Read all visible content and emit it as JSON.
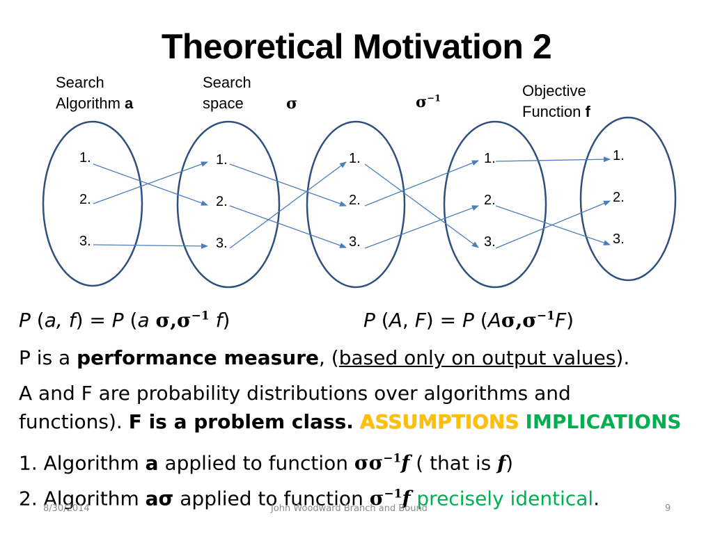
{
  "title": "Theoretical Motivation 2",
  "labels": {
    "search_algorithm_line1": "Search",
    "search_algorithm_line2": "Algorithm ",
    "search_algorithm_var": "a",
    "search_space_line1": "Search",
    "search_space_line2": "space",
    "sigma": "σ",
    "sigma_inv_base": "σ",
    "sigma_inv_exp": "−1",
    "objective_line1": "Objective",
    "objective_line2": "Function ",
    "objective_var": "f"
  },
  "sets": [
    {
      "items": [
        "1.",
        "2.",
        "3."
      ]
    },
    {
      "items": [
        "1.",
        "2.",
        "3."
      ]
    },
    {
      "items": [
        "1.",
        "2.",
        "3."
      ]
    },
    {
      "items": [
        "1.",
        "2.",
        "3."
      ]
    },
    {
      "items": [
        "1.",
        "2.",
        "3."
      ]
    }
  ],
  "mappings": [
    [
      [
        0,
        1
      ],
      [
        1,
        0
      ],
      [
        2,
        2
      ]
    ],
    [
      [
        0,
        1
      ],
      [
        1,
        2
      ],
      [
        2,
        0
      ]
    ],
    [
      [
        0,
        2
      ],
      [
        1,
        0
      ],
      [
        2,
        1
      ]
    ],
    [
      [
        0,
        0
      ],
      [
        1,
        2
      ],
      [
        2,
        1
      ]
    ]
  ],
  "colors": {
    "ellipse": "#2f4f7f",
    "arrow": "#4a7ebb",
    "orange": "#ffc000",
    "green": "#00b050",
    "footer": "#8c8c8c"
  },
  "formula_left": {
    "p1": "P",
    "a1": "(",
    "a2": "a, ",
    "a3": "f",
    "a4": ") = ",
    "p2": "P",
    "b1": " (",
    "b2": "a",
    "b3": " ",
    "sig": "σ,σ",
    "exp": "−1",
    "b4": " ",
    "b5": "f",
    "b6": ")"
  },
  "formula_right": {
    "p1": "P",
    "a1": " (",
    "a2": "A",
    "a3": ", ",
    "a4": "F",
    "a5": ") = ",
    "p2": "P",
    "b1": " (",
    "b2": "A",
    "sig": "σ,σ",
    "exp": "−1",
    "b3": "F",
    "b4": ")"
  },
  "line_perf": {
    "t1": "P is a ",
    "bold": "performance measure",
    "t2": ", (",
    "underline": "based only on output values",
    "t3": ")."
  },
  "line_dist": {
    "line1": "A and F are probability distributions over algorithms and",
    "t1": "functions). ",
    "bold": "F is a problem class.",
    "t2": " ",
    "assumptions": "ASSUMPTIONS",
    "t3": " ",
    "implications": "IMPLICATIONS"
  },
  "line_1": {
    "t1": "1. Algorithm ",
    "bold_a": "a",
    "t2": " applied to function ",
    "sym": "σσ",
    "exp": "−1",
    "f": "f",
    "t3": " ( that is ",
    "f2": "f",
    "t4": ")"
  },
  "line_2": {
    "t1": "2. Algorithm ",
    "bold": "aσ",
    "t2": " applied to function ",
    "sym": "σ",
    "exp": "−1",
    "f": "f",
    "t3": " ",
    "green": "precisely  identical",
    "t4": "."
  },
  "footer": {
    "date": "8/30/2014",
    "center": "John Woodward Branch and Bound",
    "page": "9"
  }
}
